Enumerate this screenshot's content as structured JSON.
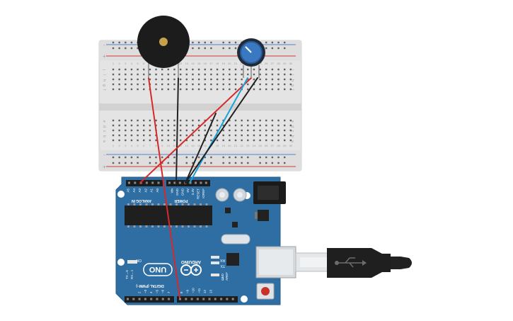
{
  "board": {
    "logo": "UNO",
    "brand": "ARDUINO",
    "label_analog": "ANALOG IN",
    "label_power": "POWER",
    "label_digital": "DIGITAL (PWM~)",
    "label_on": "ON",
    "label_l": "L",
    "label_tx": "TX",
    "label_rx": "RX",
    "label_tx_pin": "TX→0",
    "label_rx_pin": "RX←1",
    "label_aref": "AREF",
    "label_gnd": "GND",
    "analog_pins": [
      "A0",
      "A1",
      "A2",
      "A3",
      "A4",
      "A5"
    ],
    "power_pins": [
      "IOREF",
      "RESET",
      "3.3V",
      "5V",
      "GND",
      "GND",
      "Vin"
    ]
  },
  "breadboard": {
    "rows": [
      "a",
      "b",
      "c",
      "d",
      "e",
      "f",
      "g",
      "h",
      "i",
      "j"
    ],
    "columns": 30,
    "plus": "+",
    "minus": "-"
  },
  "components": {
    "buzzer": "piezo-buzzer",
    "potentiometer": "potentiometer",
    "usb": "usb-b-cable"
  },
  "colors": {
    "board": "#2f6ea3",
    "breadboard": "#e8e8e8",
    "wire_red": "#d62a2a",
    "wire_black": "#222222",
    "wire_blue": "#1aa3d9"
  }
}
